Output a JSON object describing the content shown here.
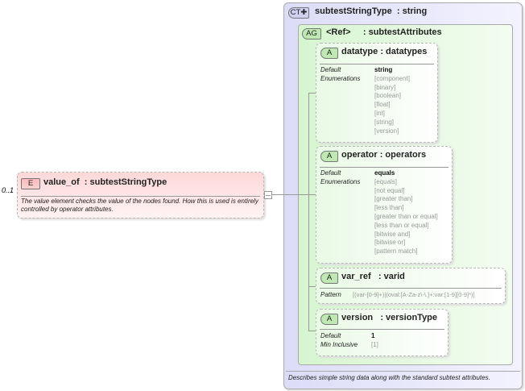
{
  "element": {
    "badge": "E",
    "name": "value_of",
    "type": ": subtestStringType",
    "cardinality": "0..1",
    "description": "The value element checks the value of the nodes found.  How this is used is entirely controlled by operator attributes."
  },
  "complex_type": {
    "badge": "CT",
    "name": "subtestStringType",
    "type": ": string",
    "description": "Describes simple string data along with the standard subtest attributes."
  },
  "attribute_group": {
    "badge": "AG",
    "name": "<Ref>",
    "type": ": subtestAttributes"
  },
  "attributes": [
    {
      "badge": "A",
      "name": "datatype",
      "type": ": datatypes",
      "labels": [
        "Default",
        "Enumerations"
      ],
      "default": "string",
      "values": [
        "[component]",
        "[binary]",
        "[boolean]",
        "[float]",
        "[int]",
        "[string]",
        "[version]"
      ]
    },
    {
      "badge": "A",
      "name": "operator",
      "type": ": operators",
      "labels": [
        "Default",
        "Enumerations"
      ],
      "default": "equals",
      "values": [
        "[equals]",
        "[not equal]",
        "[greater than]",
        "[less than]",
        "[greater than or equal]",
        "[less than or equal]",
        "[bitwise and]",
        "[bitwise or]",
        "[pattern match]"
      ]
    },
    {
      "badge": "A",
      "name": "var_ref",
      "type": ": varid",
      "labels": [
        "Pattern"
      ],
      "values": [
        "[(var-[0-9]+)|(oval:[A-Za-z\\-\\.]+:var:[1-9][0-9]*)]"
      ]
    },
    {
      "badge": "A",
      "name": "version",
      "type": ": versionType",
      "labels": [
        "Default",
        "Min Inclusive"
      ],
      "default": "1",
      "values": [
        "[1]"
      ]
    }
  ],
  "colors": {
    "element_bg": "#fde3e3",
    "ct_bg": "#e4e4f8",
    "ag_bg": "#e6f8e0"
  }
}
